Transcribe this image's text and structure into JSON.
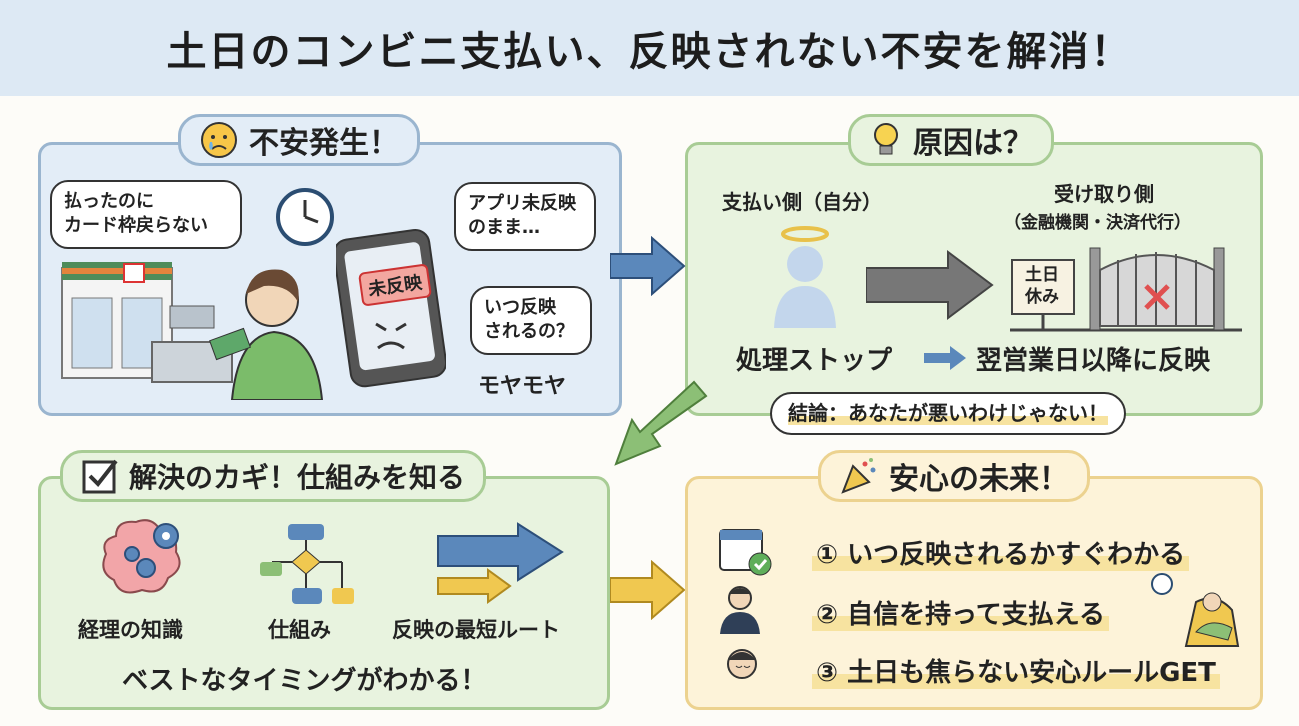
{
  "title": "土日のコンビニ支払い、反映されない不安を解消！",
  "anxiety": {
    "heading": "不安発生！",
    "bubble_left": "払ったのに\nカード枠戻らない",
    "bubble_app": "アプリ未反映\nのまま…",
    "bubble_when": "いつ反映\nされるの？",
    "phone_label": "未反映",
    "moyamoya": "モヤモヤ"
  },
  "cause": {
    "heading": "原因は？",
    "payer_label": "支払い側（自分）",
    "receiver_label": "受け取り側",
    "receiver_sub": "（金融機関・決済代行）",
    "sign_text": "土日\n休み",
    "process_stop": "処理ストップ",
    "reflect_next": "翌営業日以降に反映",
    "conclusion": "結論：あなたが悪いわけじゃない！"
  },
  "solution": {
    "heading": "解決のカギ！仕組みを知る",
    "item1": "経理の知識",
    "item2": "仕組み",
    "item3": "反映の最短ルート",
    "footer": "ベストなタイミングがわかる！"
  },
  "future": {
    "heading": "安心の未来！",
    "items": [
      "① いつ反映されるかすぐわかる",
      "② 自信を持って支払える",
      "③ 土日も焦らない安心ルールGET"
    ]
  },
  "icons": {
    "sad_face": "sad-face-icon",
    "bulb": "lightbulb-icon",
    "check": "checkbox-icon",
    "party": "party-popper-icon",
    "clock": "clock-icon",
    "calendar": "calendar-check-icon"
  },
  "colors": {
    "header_bg": "#dde9f4",
    "blue_panel": "#e3edf7",
    "green_panel": "#e8f3df",
    "yellow_panel": "#fdf3d9",
    "arrow_blue": "#5b88bb",
    "arrow_green": "#8cbf76",
    "arrow_yellow": "#f0c850"
  }
}
